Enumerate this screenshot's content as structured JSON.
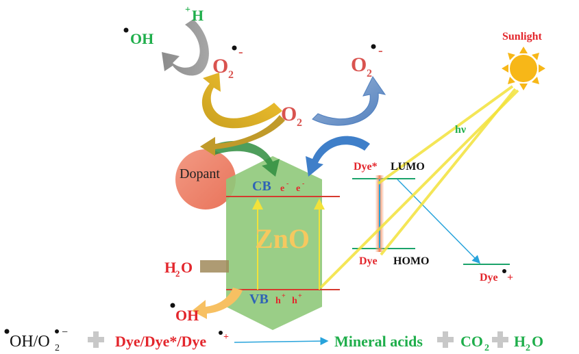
{
  "colors": {
    "red": "#e3262c",
    "green": "#1fae4b",
    "blue": "#2f63b6",
    "zno_fill": "#8fc97a",
    "zno_text": "#f6c85f",
    "band_line": "#d63a2f",
    "transition_line": "#f2e23a",
    "level_line": "#1aa36a",
    "arrow_blue": "#27a3db",
    "sun": "#f7b718"
  },
  "labels": {
    "top_oh": "OH",
    "top_h": "H",
    "top_h_prefix": "+",
    "o2_left": "O",
    "o2_left_sub": "2",
    "o2_left_sup": "-",
    "o2_right": "O",
    "o2_right_sub": "2",
    "o2_right_sup": "-",
    "o2_center": "O",
    "o2_center_sub": "2",
    "sunlight": "Sunlight",
    "hv": "hν",
    "dopant": "Dopant",
    "zno": "ZnO",
    "cb": "CB",
    "vb": "VB",
    "electron_1": "e",
    "electron_2": "e",
    "electron_sup": "-",
    "hole_1": "h",
    "hole_2": "h",
    "hole_sup": "+",
    "dye_star": "Dye*",
    "lumo": "LUMO",
    "dye": "Dye",
    "homo": "HOMO",
    "dye_plus": "Dye",
    "dye_plus_sup": "+",
    "h2o": "H",
    "h2o_sub": "2",
    "h2o_tail": "O",
    "oh_bottom": "OH"
  },
  "equation": {
    "reactant_oh": "OH/O",
    "reactant_sub": "2",
    "reactant_sup": "−",
    "dye_series": "Dye/Dye*/Dye",
    "dye_series_sup": "+",
    "product_1": "Mineral acids",
    "product_2": "CO",
    "product_2_sub": "2",
    "product_3": "H",
    "product_3_sub": "2",
    "product_3_tail": "O"
  }
}
